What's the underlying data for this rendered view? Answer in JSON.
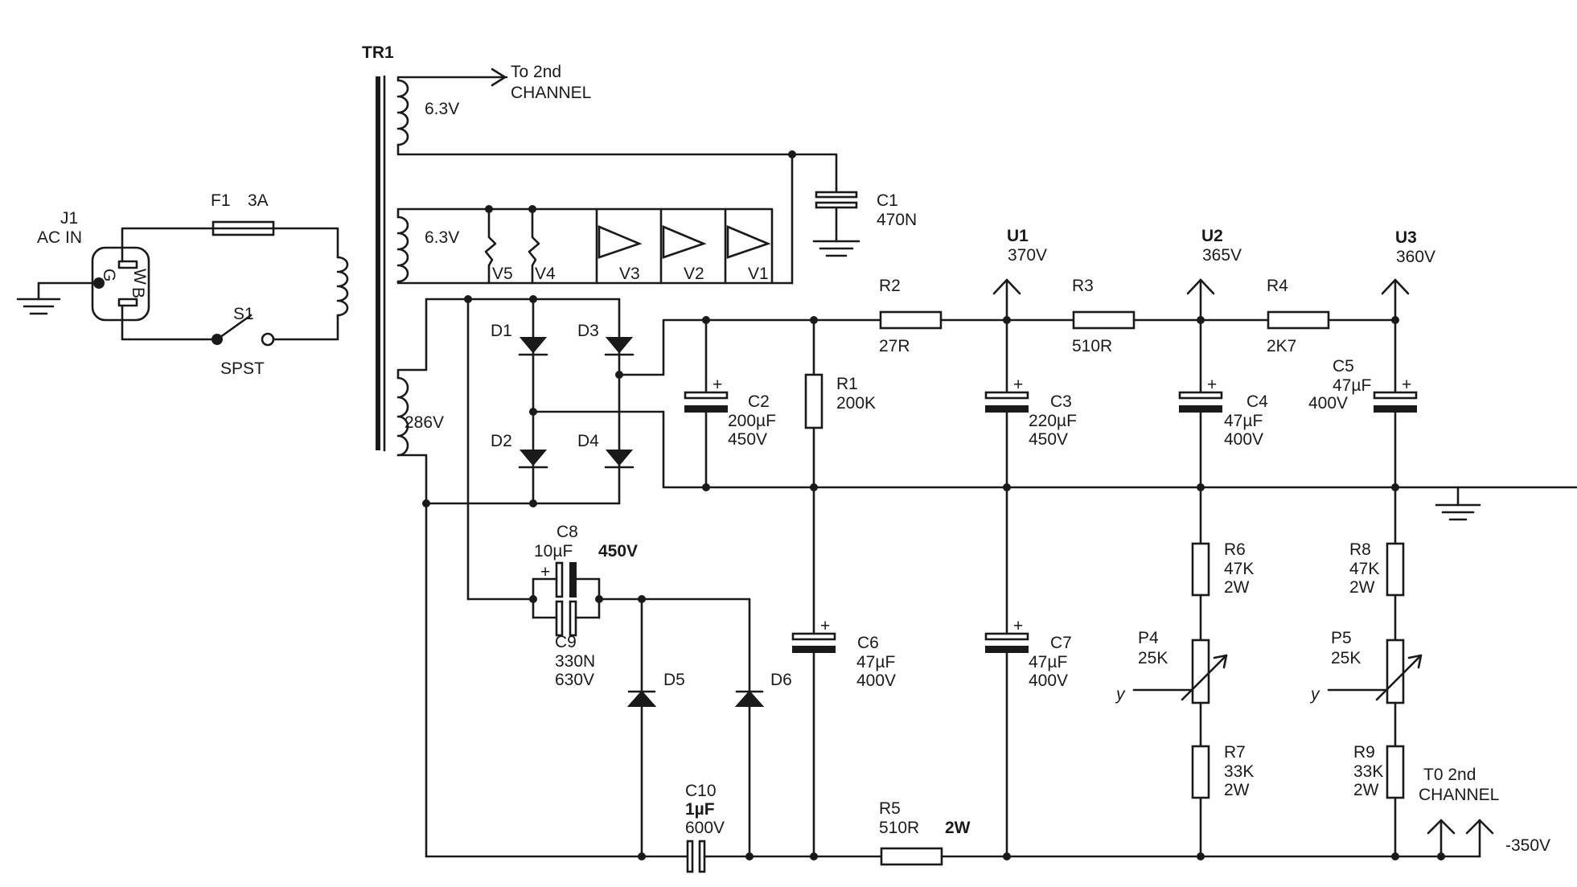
{
  "transformer": {
    "ref": "TR1",
    "sec1": "6.3V",
    "sec2": "6.3V",
    "sec3": "286V",
    "to_second": "To 2nd",
    "to_channel": "CHANNEL"
  },
  "input": {
    "jack_ref": "J1",
    "jack_label": "AC IN",
    "fuse_ref": "F1",
    "fuse_value": "3A",
    "switch_ref": "S1",
    "switch_type": "SPST",
    "pin_g": "G",
    "pin_w": "W",
    "pin_b": "B"
  },
  "tubes": [
    "V5",
    "V4",
    "V3",
    "V2",
    "V1"
  ],
  "caps": {
    "c1": {
      "ref": "C1",
      "value": "470N"
    },
    "c2": {
      "ref": "C2",
      "value": "200µF",
      "voltage": "450V"
    },
    "c3": {
      "ref": "C3",
      "value": "220µF",
      "voltage": "450V"
    },
    "c4": {
      "ref": "C4",
      "value": "47µF",
      "voltage": "400V"
    },
    "c5": {
      "ref": "C5",
      "value": "47µF",
      "voltage": "400V"
    },
    "c6": {
      "ref": "C6",
      "value": "47µF",
      "voltage": "400V"
    },
    "c7": {
      "ref": "C7",
      "value": "47µF",
      "voltage": "400V"
    },
    "c8": {
      "ref": "C8",
      "value": "10µF",
      "voltage": "450V"
    },
    "c9": {
      "ref": "C9",
      "value": "330N",
      "voltage": "630V"
    },
    "c10": {
      "ref": "C10",
      "value": "1µF",
      "voltage": "600V"
    }
  },
  "diodes": [
    "D1",
    "D2",
    "D3",
    "D4",
    "D5",
    "D6"
  ],
  "resistors": {
    "r1": {
      "ref": "R1",
      "value": "200K"
    },
    "r2": {
      "ref": "R2",
      "value": "27R"
    },
    "r3": {
      "ref": "R3",
      "value": "510R"
    },
    "r4": {
      "ref": "R4",
      "value": "2K7"
    },
    "r5": {
      "ref": "R5",
      "value": "510R",
      "power": "2W"
    },
    "r6": {
      "ref": "R6",
      "value": "47K",
      "power": "2W"
    },
    "r7": {
      "ref": "R7",
      "value": "33K",
      "power": "2W"
    },
    "r8": {
      "ref": "R8",
      "value": "47K",
      "power": "2W"
    },
    "r9": {
      "ref": "R9",
      "value": "33K",
      "power": "2W"
    }
  },
  "pots": {
    "p4": {
      "ref": "P4",
      "value": "25K",
      "out": "y"
    },
    "p5": {
      "ref": "P5",
      "value": "25K",
      "out": "y"
    }
  },
  "rails": {
    "u1": {
      "ref": "U1",
      "voltage": "370V"
    },
    "u2": {
      "ref": "U2",
      "voltage": "365V"
    },
    "u3": {
      "ref": "U3",
      "voltage": "360V"
    }
  },
  "negative": {
    "to_second": "T0 2nd",
    "to_channel": "CHANNEL",
    "voltage": "-350V"
  }
}
